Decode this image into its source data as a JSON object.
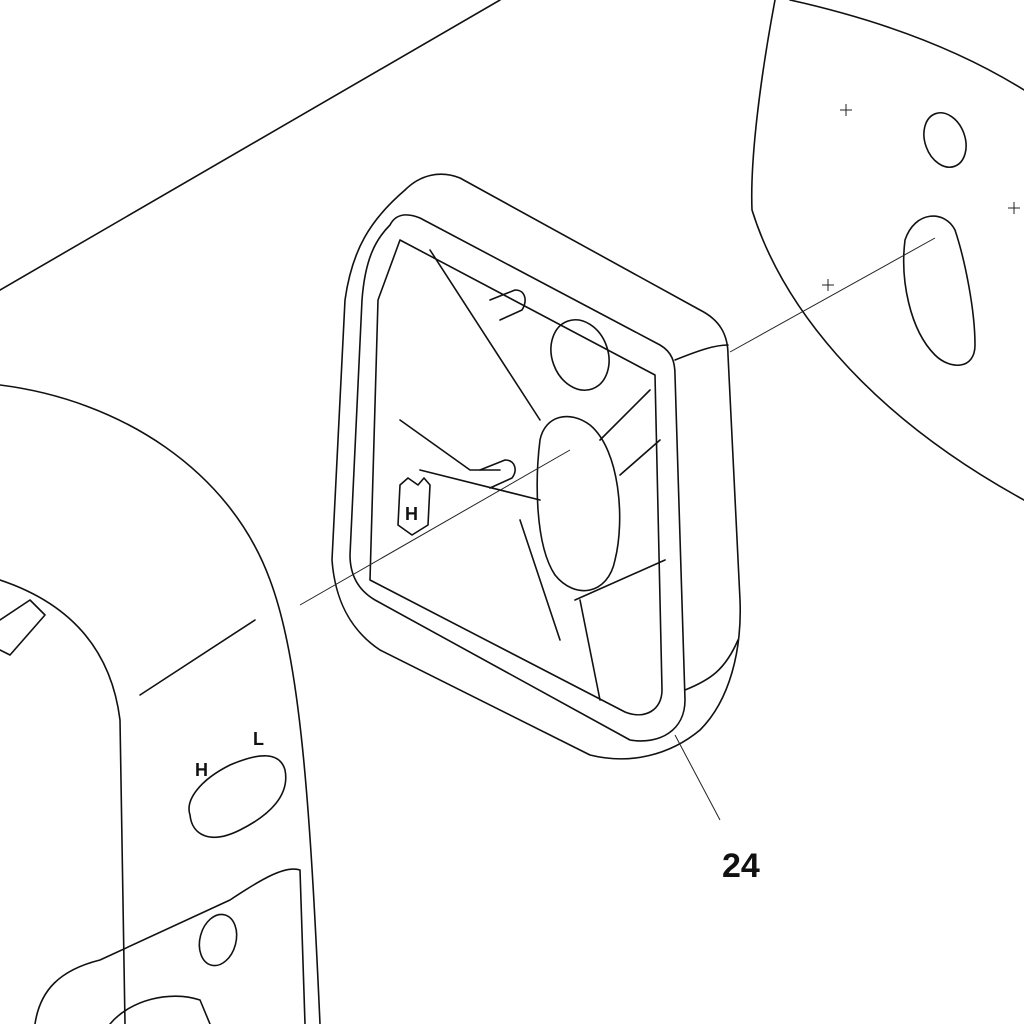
{
  "diagram": {
    "part_label": "24",
    "highlight_color": "#FFF200",
    "mixture_labels": {
      "high": "H",
      "low": "L"
    },
    "logo_text": "H"
  }
}
